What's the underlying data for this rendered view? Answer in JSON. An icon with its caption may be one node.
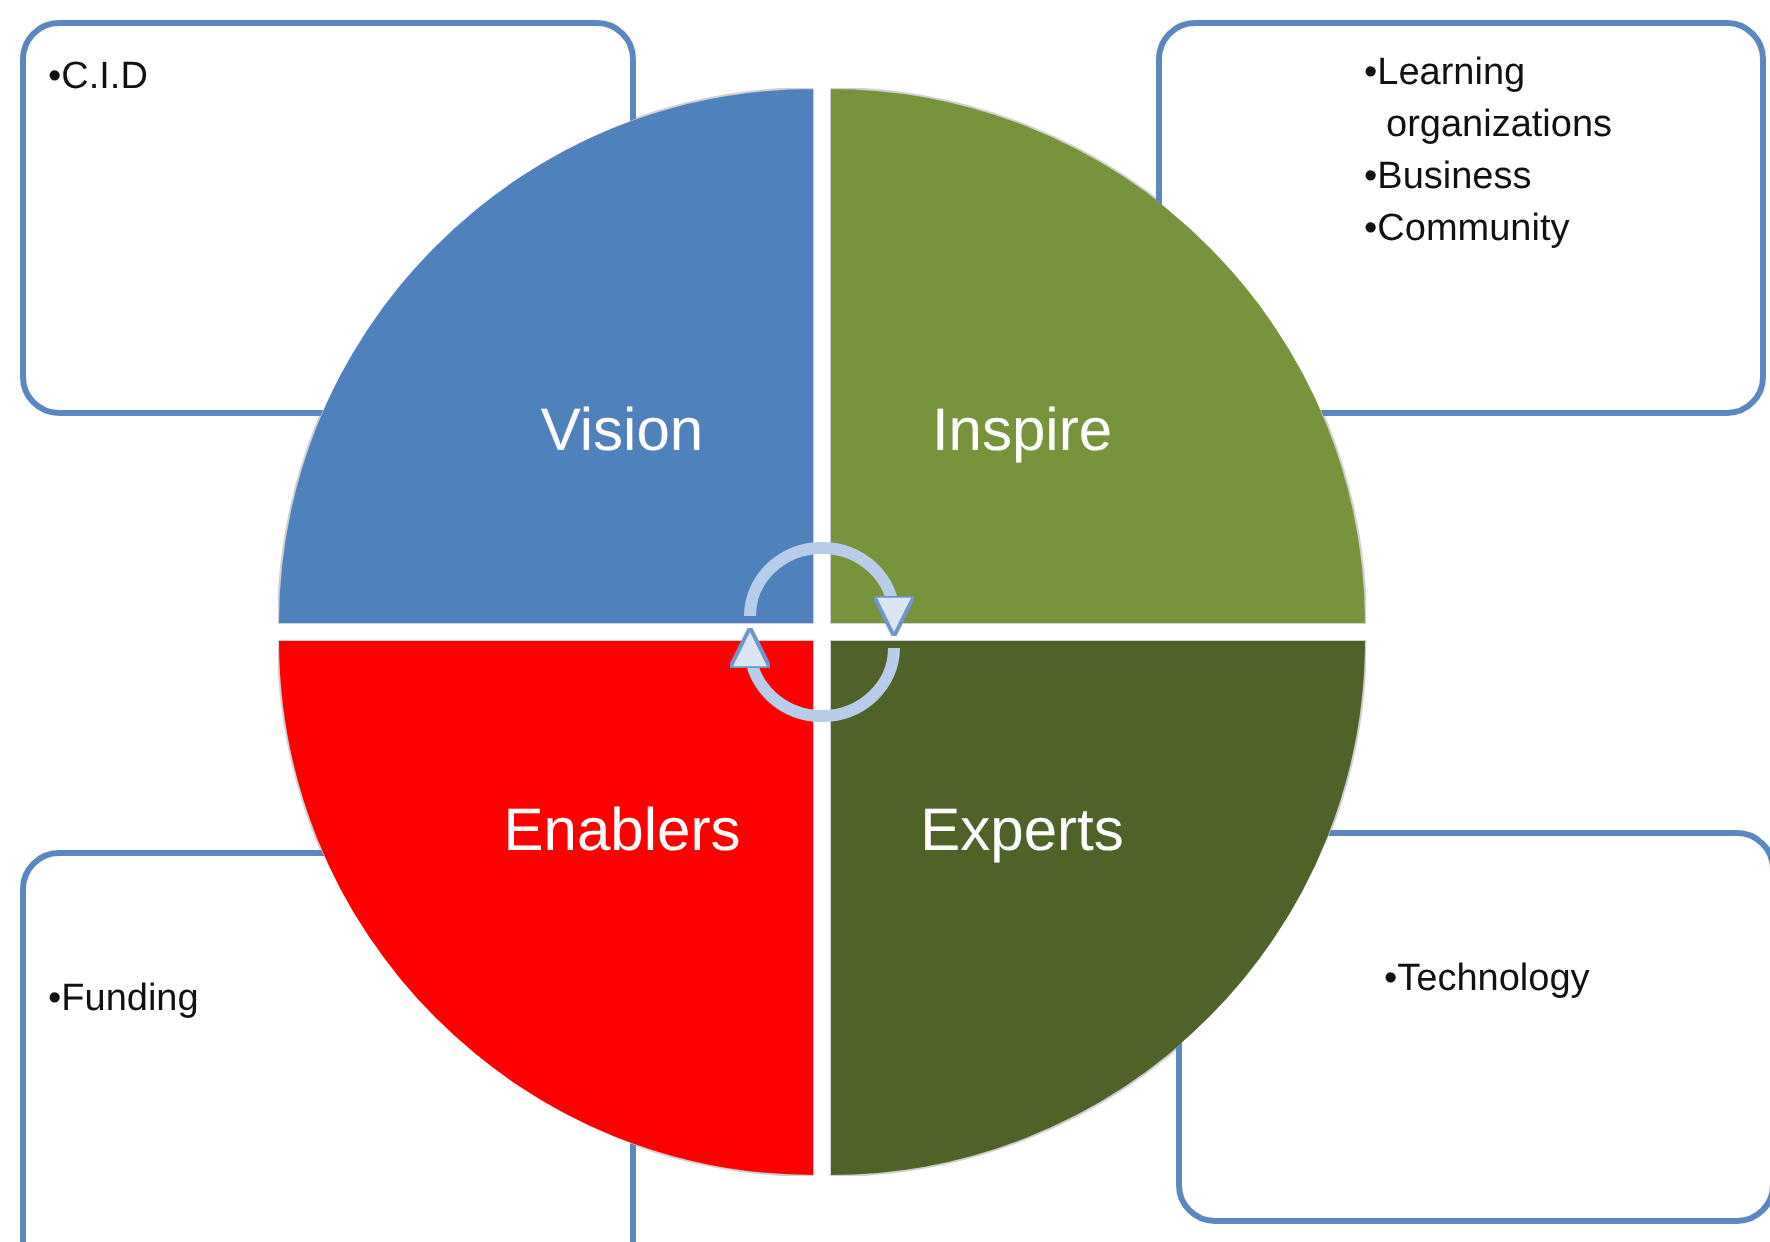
{
  "diagram": {
    "nodes": [
      {
        "text": [
          "•C.I.D"
        ]
      },
      {
        "text": [
          "•Learning organizations",
          "•Business",
          "•Community"
        ]
      },
      {
        "text": [
          "Vision"
        ]
      },
      {
        "text": [
          "Inspire"
        ]
      },
      {
        "text": [
          "Enablers"
        ]
      },
      {
        "text": [
          "Experts"
        ]
      },
      {
        "text": [
          "•Funding"
        ]
      },
      {
        "text": [
          "•Technology"
        ]
      }
    ],
    "edges": [
      {
        "from": 2,
        "to": 3,
        "arrow": "to"
      },
      {
        "from": 5,
        "to": 4,
        "arrow": "to"
      }
    ]
  }
}
